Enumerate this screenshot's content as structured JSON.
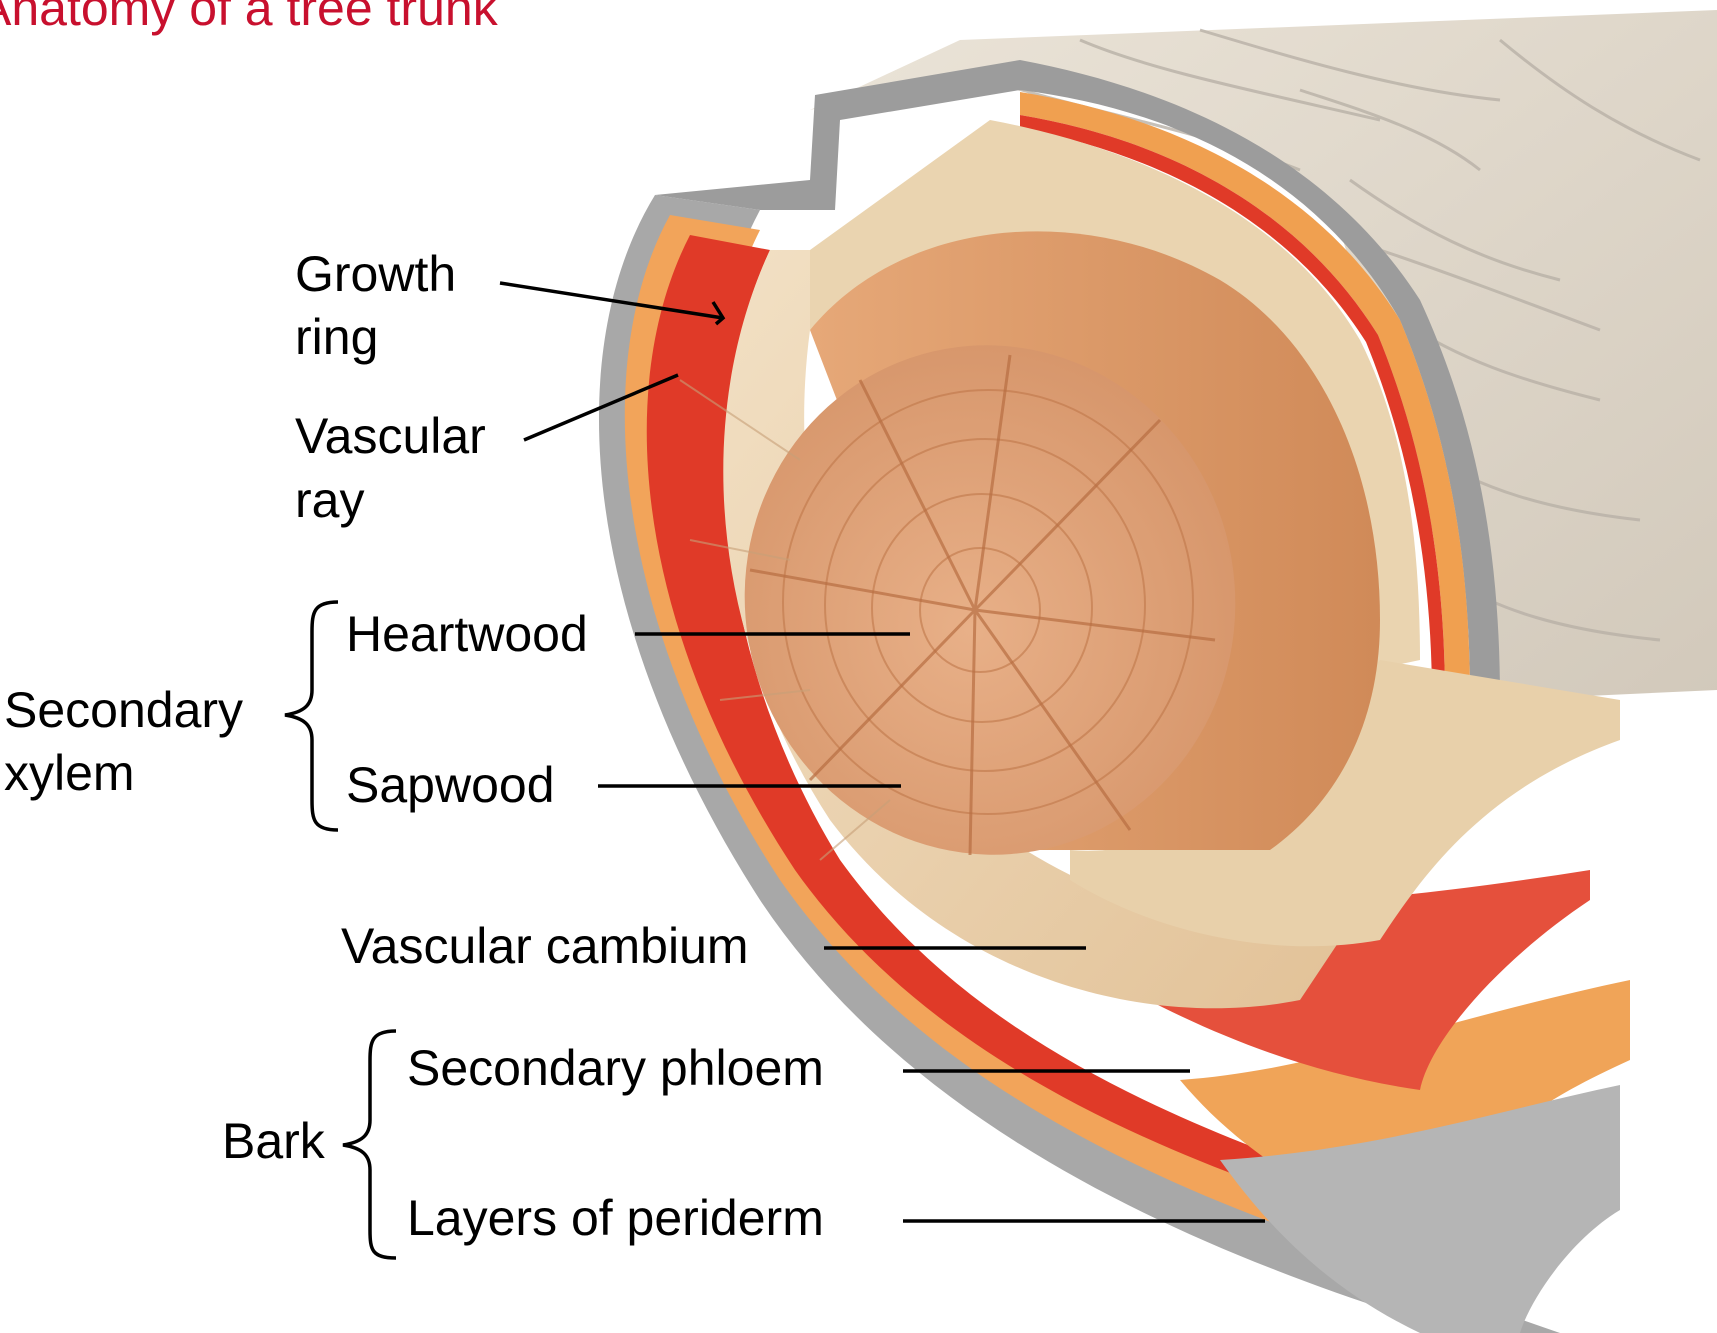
{
  "title": "Anatomy of a tree trunk",
  "labels": {
    "growth_ring": [
      "Growth",
      "ring"
    ],
    "vascular_ray": [
      "Vascular",
      "ray"
    ],
    "heartwood": "Heartwood",
    "sapwood": "Sapwood",
    "secondary_xylem": [
      "Secondary",
      "xylem"
    ],
    "vascular_cambium": "Vascular cambium",
    "secondary_phloem": "Secondary phloem",
    "layers_of_periderm": "Layers of periderm",
    "bark": "Bark"
  },
  "colors": {
    "title": "#c8102e",
    "outer_bark": "#ddd5c8",
    "periderm": "#a8a8a8",
    "phloem": "#f2a45a",
    "cambium": "#e03a28",
    "sapwood": "#ecd2ac",
    "heartwood": "#e0a070",
    "leader": "#000000"
  }
}
